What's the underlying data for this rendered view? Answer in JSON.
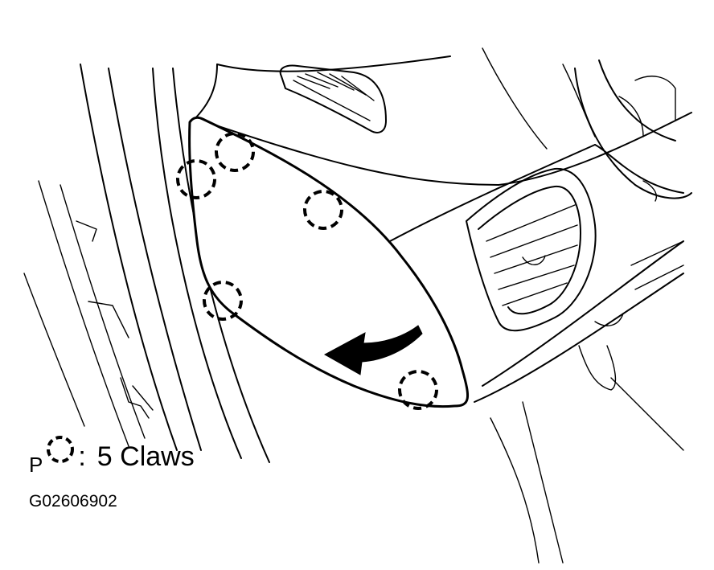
{
  "legend": {
    "prefix": "P",
    "separator": ":",
    "text": "5 Claws",
    "symbol": "dashed-circle-icon"
  },
  "figure_id": "G02606902",
  "claw_count": 5
}
